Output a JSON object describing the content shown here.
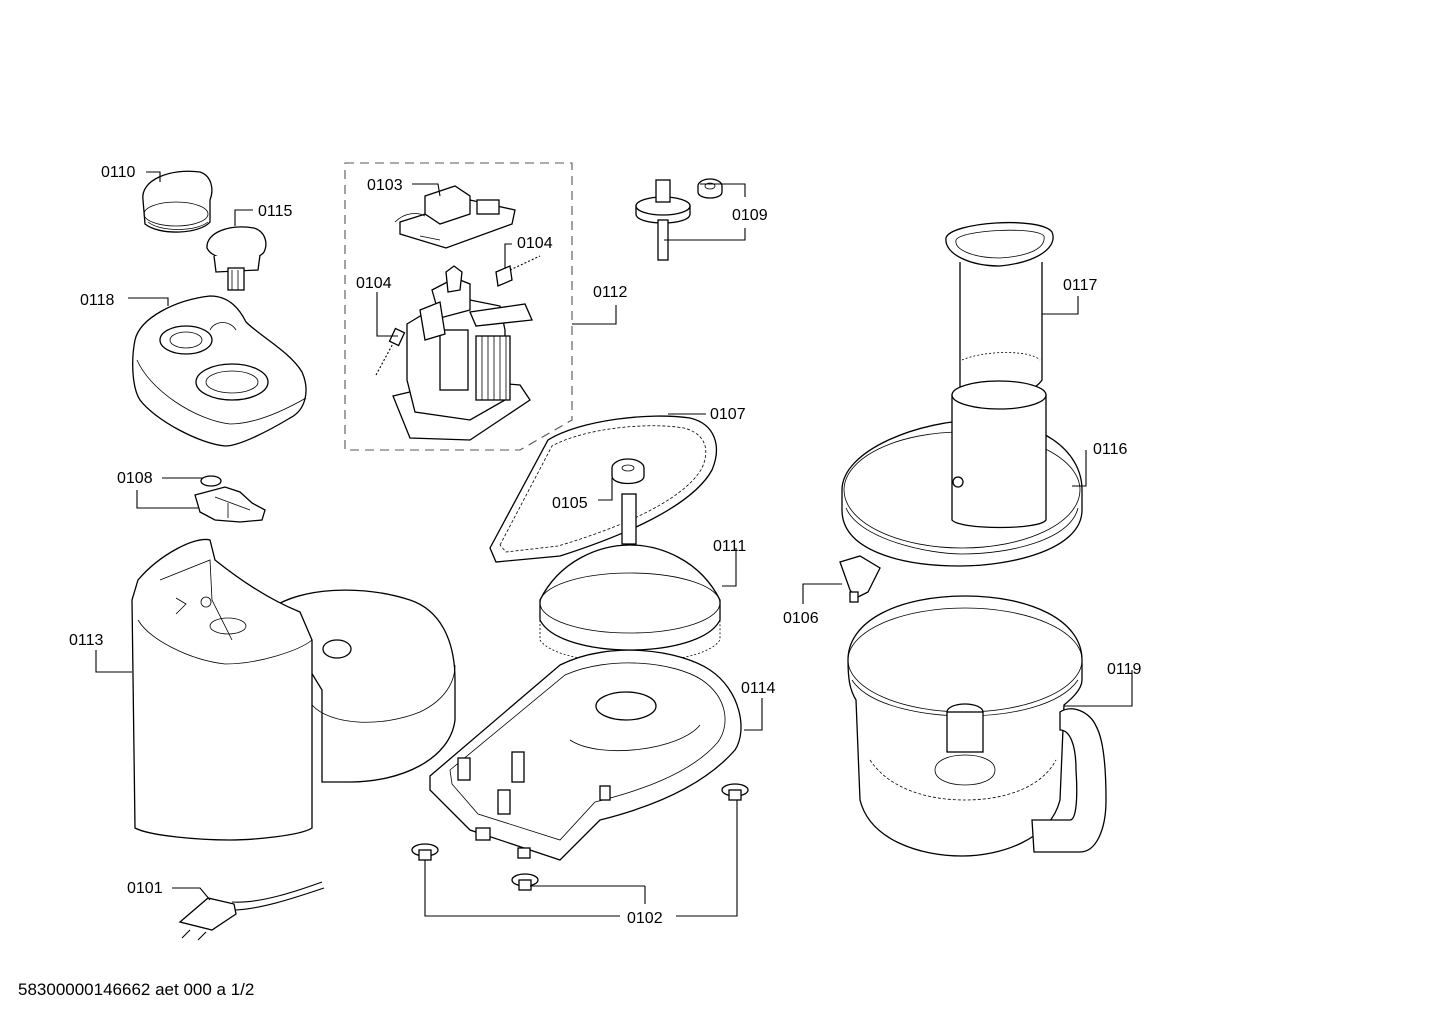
{
  "diagram": {
    "labels": [
      {
        "id": "l0110",
        "text": "0110"
      },
      {
        "id": "l0115",
        "text": "0115"
      },
      {
        "id": "l0118",
        "text": "0118"
      },
      {
        "id": "l0103",
        "text": "0103"
      },
      {
        "id": "l0104a",
        "text": "0104"
      },
      {
        "id": "l0104b",
        "text": "0104"
      },
      {
        "id": "l0112",
        "text": "0112"
      },
      {
        "id": "l0109",
        "text": "0109"
      },
      {
        "id": "l0117",
        "text": "0117"
      },
      {
        "id": "l0107",
        "text": "0107"
      },
      {
        "id": "l0105",
        "text": "0105"
      },
      {
        "id": "l0108",
        "text": "0108"
      },
      {
        "id": "l0116",
        "text": "0116"
      },
      {
        "id": "l0111",
        "text": "0111"
      },
      {
        "id": "l0113",
        "text": "0113"
      },
      {
        "id": "l0106",
        "text": "0106"
      },
      {
        "id": "l0119",
        "text": "0119"
      },
      {
        "id": "l0114",
        "text": "0114"
      },
      {
        "id": "l0101",
        "text": "0101"
      },
      {
        "id": "l0102",
        "text": "0102"
      }
    ]
  },
  "footer": {
    "text": "58300000146662 aet 000 a 1/2"
  }
}
